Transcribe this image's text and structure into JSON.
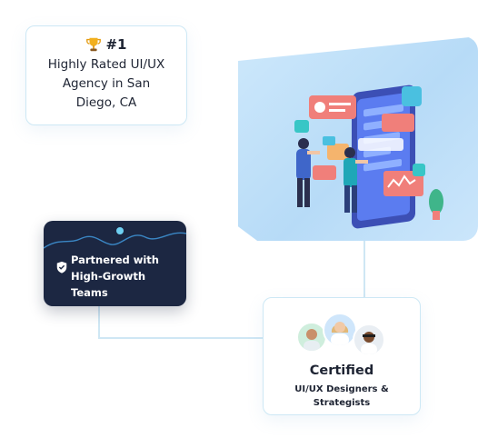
{
  "award": {
    "rank": "#1",
    "line1": "Highly Rated UI/UX",
    "line2": "Agency in San",
    "line3": "Diego, CA",
    "icon": "trophy-icon"
  },
  "partner": {
    "line1": "Partnered with",
    "line2": "High-Growth",
    "line3": "Teams",
    "icon": "shield-check-icon"
  },
  "certified": {
    "title": "Certified",
    "line1": "UI/UX Designers &",
    "line2": "Strategists"
  },
  "colors": {
    "accent": "#1c2742",
    "panel": "#c6e3f9",
    "border": "#cde8f5"
  }
}
